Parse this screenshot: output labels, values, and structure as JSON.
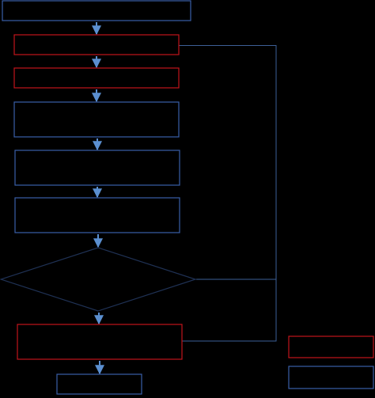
{
  "colors": {
    "background": "#000000",
    "process_border": "#3a5fa8",
    "highlight_border": "#c0151c",
    "decision_border": "#1f3154",
    "arrow": "#5b8fd0",
    "connector_line": "#3d5f97",
    "text": "#d8d8d8"
  },
  "diagram": {
    "nodes": [
      {
        "id": "start",
        "kind": "process",
        "text": ""
      },
      {
        "id": "step-1",
        "kind": "highlight",
        "text": ""
      },
      {
        "id": "step-2",
        "kind": "highlight",
        "text": ""
      },
      {
        "id": "step-3",
        "kind": "process",
        "text": ""
      },
      {
        "id": "step-4",
        "kind": "process",
        "text": ""
      },
      {
        "id": "step-5",
        "kind": "process",
        "text": ""
      },
      {
        "id": "decision",
        "kind": "decision",
        "text": ""
      },
      {
        "id": "step-6",
        "kind": "highlight",
        "text": ""
      },
      {
        "id": "end",
        "kind": "process",
        "text": ""
      }
    ],
    "edges": [
      {
        "from": "start",
        "to": "step-1"
      },
      {
        "from": "step-1",
        "to": "step-2"
      },
      {
        "from": "step-2",
        "to": "step-3"
      },
      {
        "from": "step-3",
        "to": "step-4"
      },
      {
        "from": "step-4",
        "to": "step-5"
      },
      {
        "from": "step-5",
        "to": "decision"
      },
      {
        "from": "decision",
        "to": "step-6"
      },
      {
        "from": "step-6",
        "to": "end"
      },
      {
        "from": "step-1",
        "to": "step-6",
        "style": "side-loop"
      },
      {
        "from": "decision",
        "to": "side-loop",
        "style": "join"
      }
    ],
    "legend": [
      {
        "kind": "highlight",
        "text": ""
      },
      {
        "kind": "process",
        "text": ""
      }
    ]
  }
}
